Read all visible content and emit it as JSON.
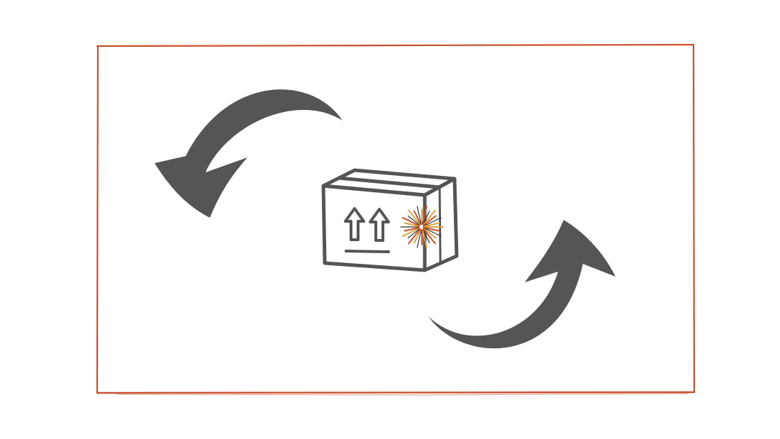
{
  "diagram": {
    "kind": "cycle",
    "frame": {
      "color": "#c8502c"
    },
    "center": {
      "icon": "cardboard-box-icon",
      "symbols": [
        "this-way-up-arrows-icon",
        "starburst-icon"
      ],
      "box_color": "#555555",
      "starburst_colors": [
        "#d9a441",
        "#c8502c",
        "#333333"
      ]
    },
    "arrows": [
      {
        "icon": "curved-arrow-counterclockwise-icon",
        "direction": "counterclockwise",
        "color": "#555555"
      },
      {
        "icon": "curved-arrow-clockwise-icon",
        "direction": "clockwise",
        "color": "#555555"
      }
    ]
  }
}
